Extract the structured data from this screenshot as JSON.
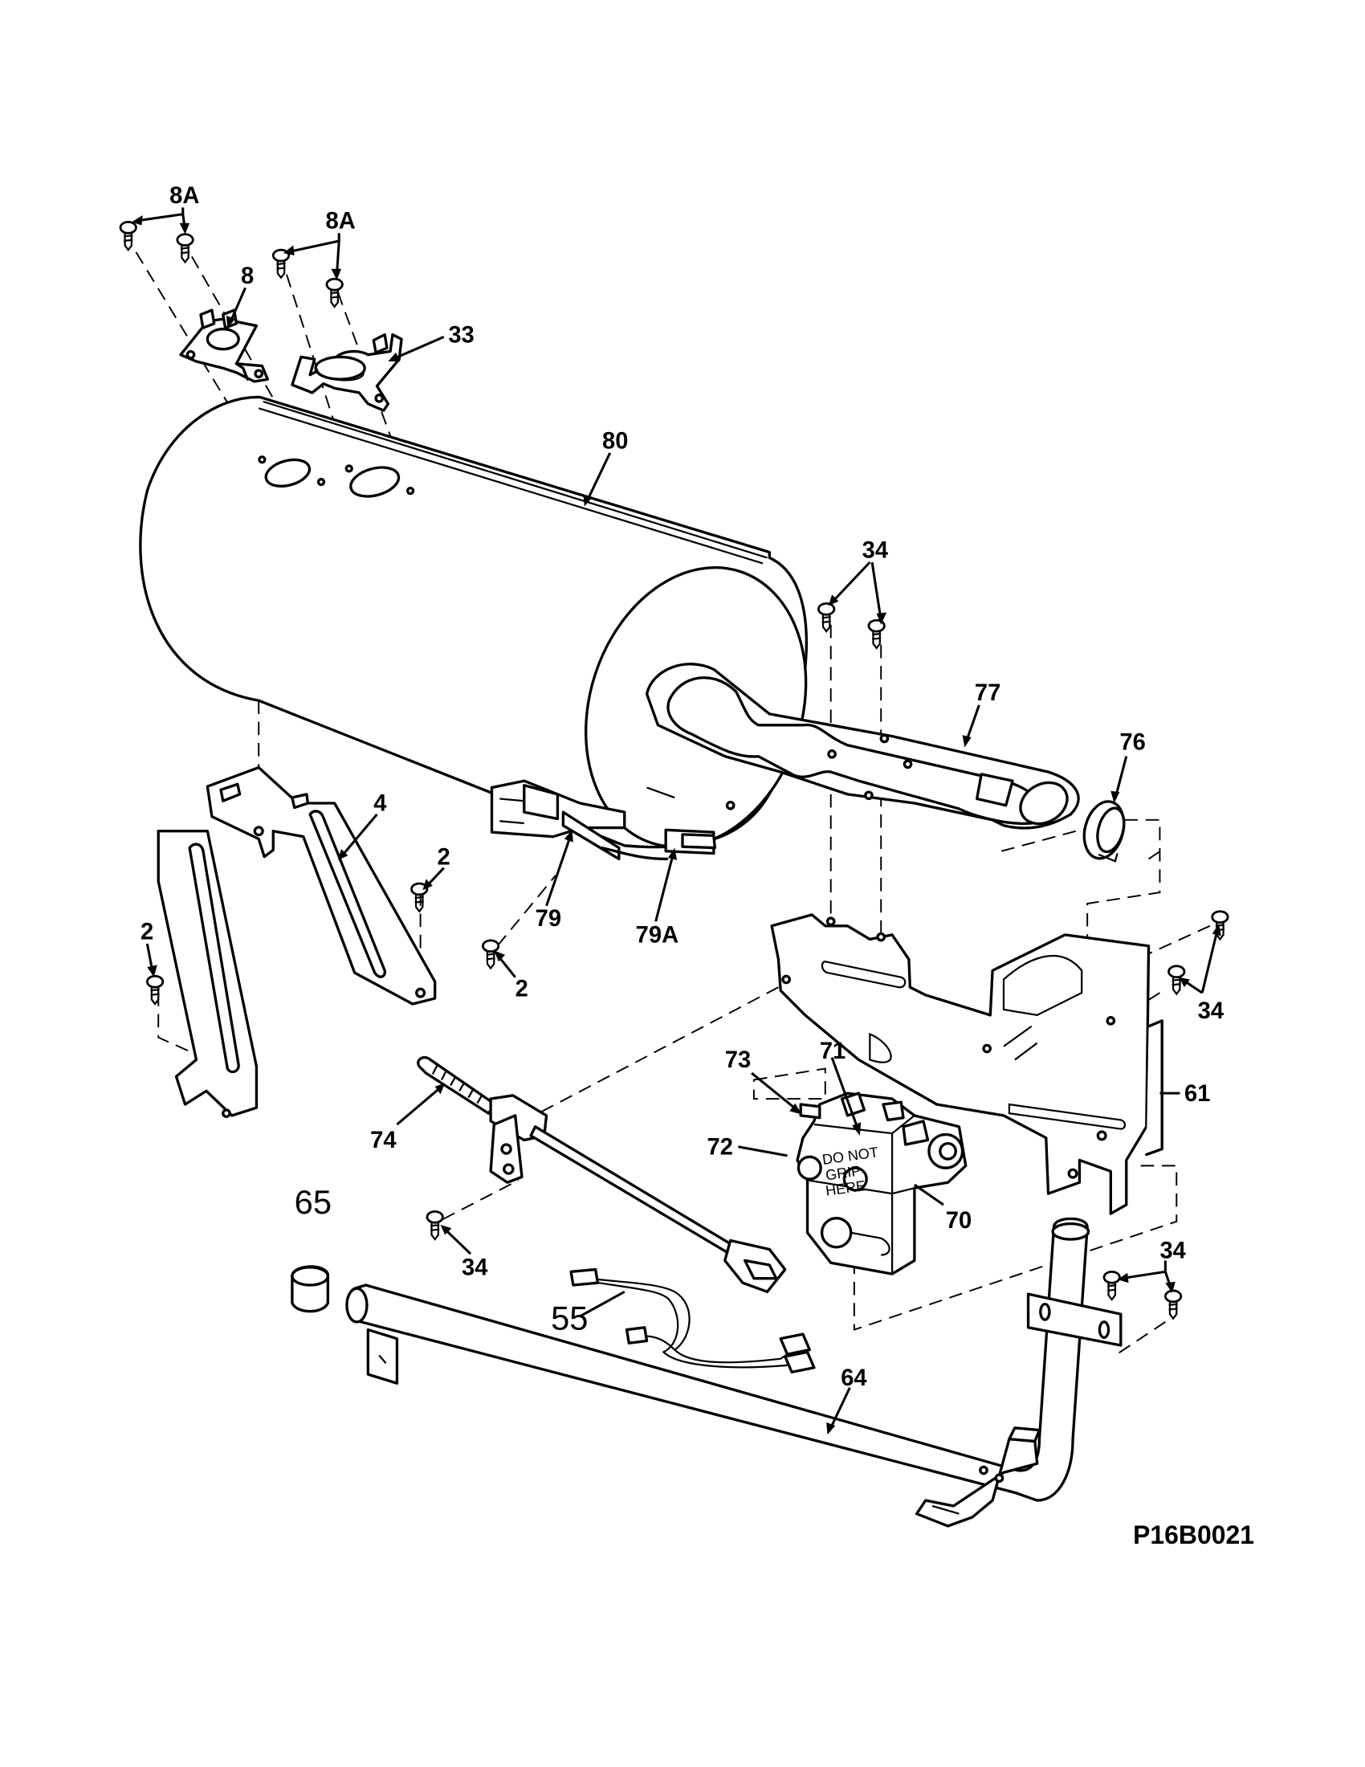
{
  "diagram": {
    "reference_code": "P16B0021",
    "valve_warning": [
      "DO NOT",
      "GRIP",
      "HERE"
    ]
  },
  "callouts": {
    "c_8A_left": "8A",
    "c_8A_right": "8A",
    "c_8": "8",
    "c_33": "33",
    "c_80": "80",
    "c_34_top": "34",
    "c_77": "77",
    "c_76": "76",
    "c_4": "4",
    "c_2_left": "2",
    "c_2_mid": "2",
    "c_2_bottom": "2",
    "c_79": "79",
    "c_79A": "79A",
    "c_34_right": "34",
    "c_73": "73",
    "c_71": "71",
    "c_61": "61",
    "c_72": "72",
    "c_74": "74",
    "c_70": "70",
    "c_65": "65",
    "c_34_bottom": "34",
    "c_34_lower_right": "34",
    "c_55": "55",
    "c_64": "64"
  }
}
